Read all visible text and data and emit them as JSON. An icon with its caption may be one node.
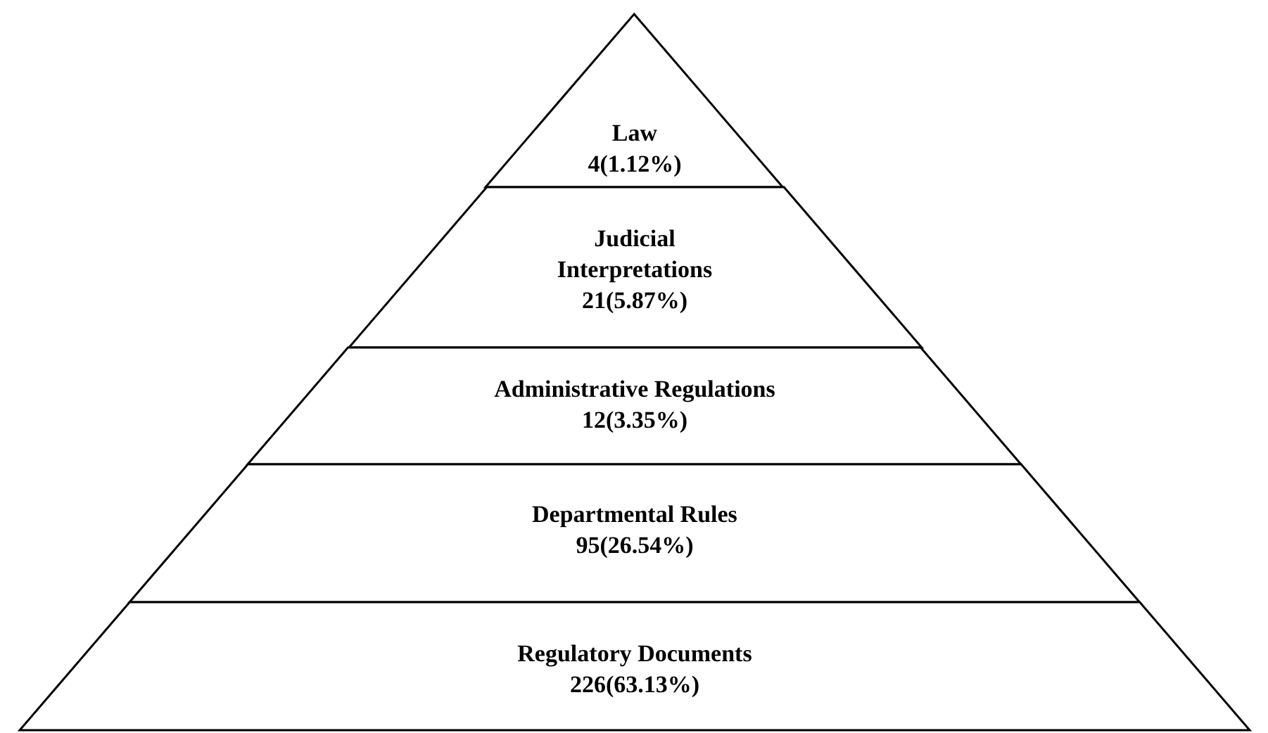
{
  "diagram": {
    "nodes": [
      {
        "text": [
          "Law",
          "4(1.12%)"
        ]
      },
      {
        "text": [
          "Judicial Interpretations",
          "21(5.87%)"
        ]
      },
      {
        "text": [
          "Administrative Regulations",
          "12(3.35%)"
        ]
      },
      {
        "text": [
          "Departmental Rules",
          "95(26.54%)"
        ]
      },
      {
        "text": [
          "Regulatory Documents",
          "226(63.13%)"
        ]
      }
    ]
  }
}
